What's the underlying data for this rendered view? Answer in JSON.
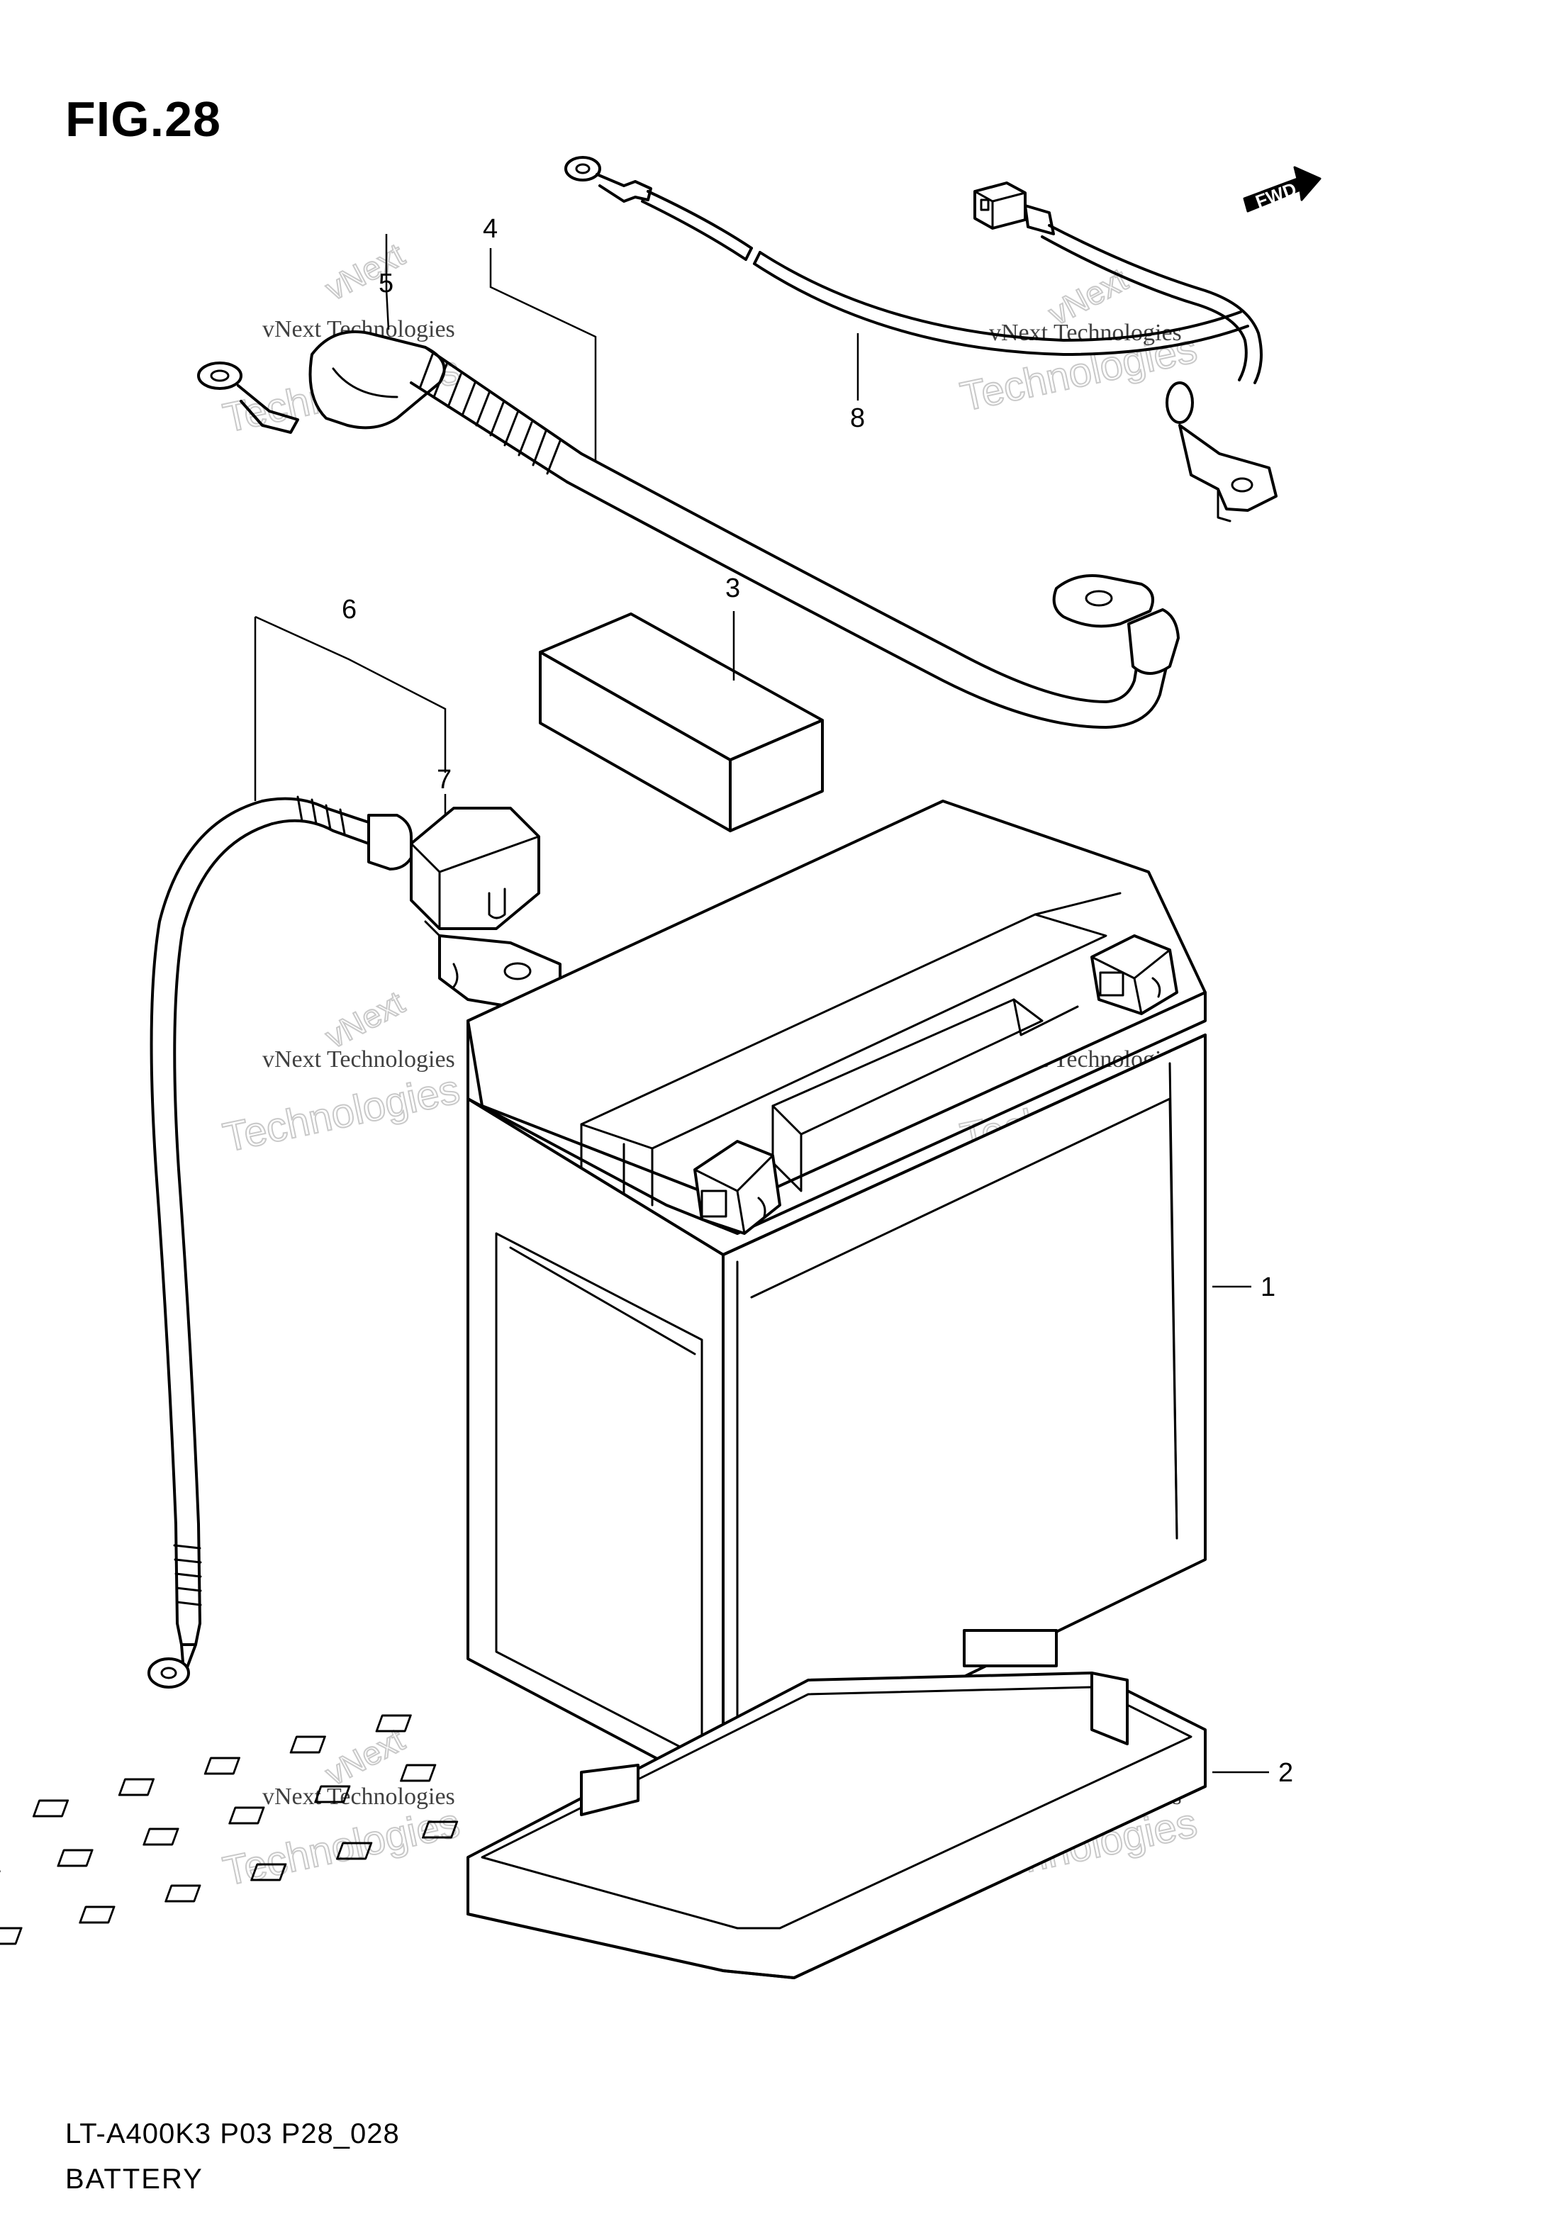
{
  "figure": {
    "title": "FIG.28",
    "code": "LT-A400K3 P03 P28_028",
    "name": "BATTERY"
  },
  "direction_indicator": {
    "label": "FWD",
    "icon": "forward-arrow-icon"
  },
  "callouts": [
    {
      "number": "1",
      "part": "battery"
    },
    {
      "number": "2",
      "part": "battery-tray"
    },
    {
      "number": "3",
      "part": "battery-pad"
    },
    {
      "number": "4",
      "part": "positive-cable-assembly"
    },
    {
      "number": "5",
      "part": "positive-terminal-cap"
    },
    {
      "number": "6",
      "part": "negative-cable-assembly"
    },
    {
      "number": "7",
      "part": "terminal-cover"
    },
    {
      "number": "8",
      "part": "ground-wire-lead"
    }
  ],
  "watermark": {
    "line1": "vNext Technologies",
    "line2": "vNext",
    "line3": "Technologies"
  }
}
